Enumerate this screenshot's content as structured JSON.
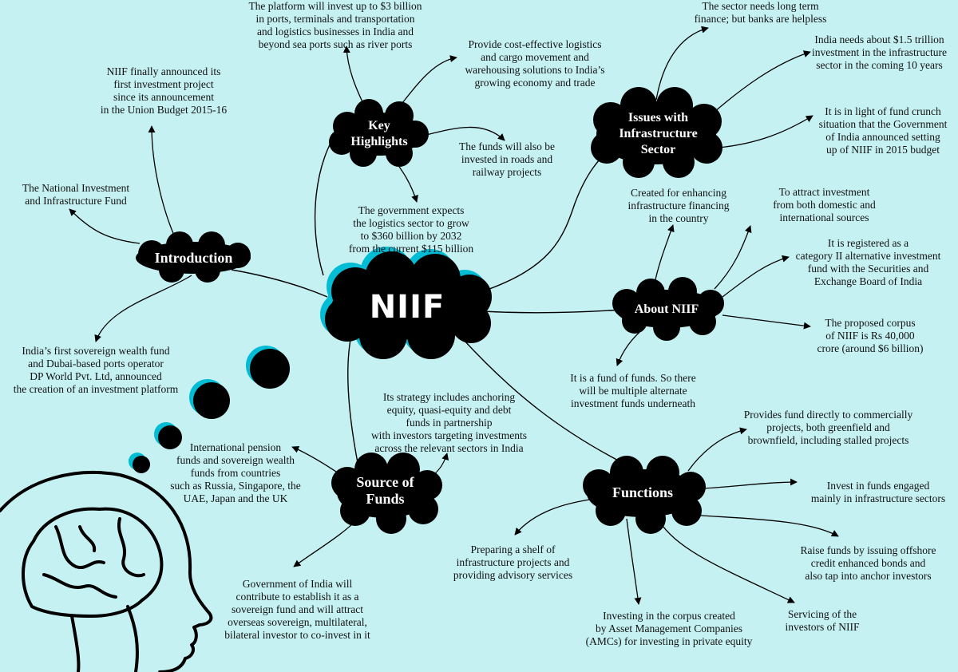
{
  "center": {
    "label": "NIIF"
  },
  "hubs": {
    "introduction": "Introduction",
    "key_highlights": "Key\nHighlights",
    "issues": "Issues with\nInfrastructure\nSector",
    "about": "About NIIF",
    "source_of_funds": "Source of\nFunds",
    "functions": "Functions"
  },
  "introduction": {
    "announced_project": "NIIF finally announced its\nfirst investment project\nsince its announcement\nin the Union Budget 2015-16",
    "full_form": "The National Investment\nand Infrastructure Fund",
    "platform": "India’s first sovereign wealth fund\nand Dubai-based ports operator\nDP World Pvt. Ltd, announced\nthe creation of an investment platform"
  },
  "key_highlights": {
    "invest_ports": "The platform will invest up  to $3 billion\nin ports, terminals and transportation\nand logistics businesses in India and\nbeyond sea ports such as river ports",
    "logistics": "Provide cost-effective logistics\nand cargo movement and\nwarehousing solutions to India’s\ngrowing economy and trade",
    "roads": "The funds will also be\ninvested in roads and\nrailway projects",
    "logistics_growth": "The government expects\nthe logistics sector to grow\nto $360 billion by 2032\nfrom the current $115 billion"
  },
  "issues": {
    "long_term": "The sector needs long term\nfinance; but banks are helpless",
    "investment_need": "India needs about $1.5 trillion\ninvestment in the infrastructure\nsector in the coming 10 years",
    "fund_crunch": "It is in light of fund crunch\nsituation that the Government\nof India announced setting\nup of NIIF in 2015 budget"
  },
  "about": {
    "created_for": "Created for enhancing\ninfrastructure financing\nin the country",
    "attract": "To attract investment\nfrom both domestic and\ninternational sources",
    "registered": "It is registered as a\ncategory II alternative investment\nfund with the Securities and\nExchange Board of India",
    "corpus": "The proposed corpus\nof NIIF is Rs 40,000\ncrore (around $6 billion)",
    "fund_of_funds": "It is a fund of funds. So there\nwill be multiple alternate\ninvestment funds underneath"
  },
  "source_of_funds": {
    "strategy": "Its strategy includes anchoring\nequity, quasi-equity and debt\nfunds in partnership\nwith investors targeting investments\nacross the relevant sectors in India",
    "international": "International pension\nfunds and sovereign wealth\nfunds from countries\nsuch as Russia, Singapore, the\nUAE, Japan and the UK",
    "government": "Government of India will\ncontribute to establish it as a\nsovereign fund and  will attract\noverseas sovereign, multilateral,\nbilateral investor to co-invest in it"
  },
  "functions": {
    "direct_fund": "Provides fund directly to commercially\nprojects, both greenfield and\nbrownfield, including stalled projects",
    "invest_funds": "Invest in funds engaged\nmainly in infrastructure sectors",
    "raise_funds": "Raise funds by issuing offshore\ncredit enhanced bonds and\nalso tap into anchor investors",
    "servicing": "Servicing of the\ninvestors of NIIF",
    "corpus_amcs": "Investing in the corpus created\nby Asset Management Companies\n(AMCs) for investing in private equity",
    "shelf": "Preparing a shelf of\ninfrastructure projects and\nproviding advisory services"
  },
  "colors": {
    "background": "#c6f1f2",
    "cloud": "#000000",
    "shadow": "#00bcd4",
    "text": "#111111"
  },
  "icons": {
    "brain": "brain-head-icon",
    "thought_bubbles": "thought-bubble-icon"
  }
}
